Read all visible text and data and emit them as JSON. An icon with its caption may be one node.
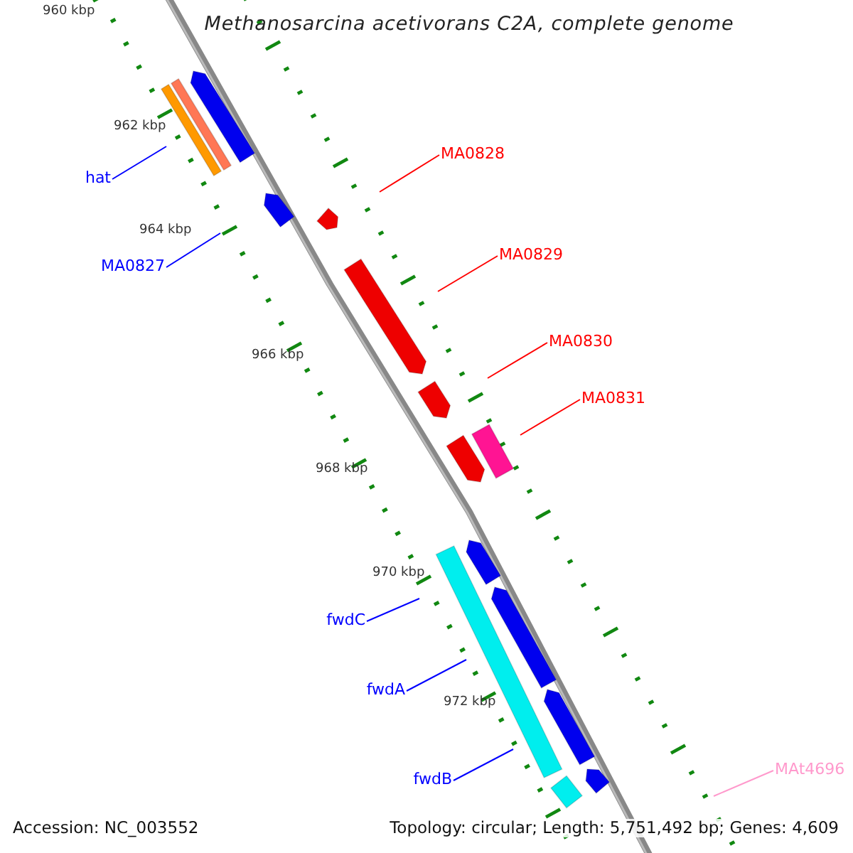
{
  "diagram": {
    "title": "Methanosarcina acetivorans C2A, complete genome",
    "nodes": [
      {
        "text": [
          "MA0828"
        ]
      },
      {
        "text": [
          "hat"
        ]
      },
      {
        "text": [
          "MA0829"
        ]
      },
      {
        "text": [
          "MA0827"
        ]
      },
      {
        "text": [
          "MA0830"
        ]
      },
      {
        "text": [
          "MA0831"
        ]
      },
      {
        "text": [
          "fwdC"
        ]
      },
      {
        "text": [
          "fwdA"
        ]
      },
      {
        "text": [
          "MAt4696"
        ]
      },
      {
        "text": [
          "fwdB"
        ]
      }
    ],
    "edges": [
      {
        "from": 0,
        "to": null,
        "arrow": "none",
        "color": "#ff0000"
      },
      {
        "from": 1,
        "to": null,
        "arrow": "none"
      },
      {
        "from": 2,
        "to": null,
        "arrow": "none",
        "color": "#ff0000"
      },
      {
        "from": 3,
        "to": null,
        "arrow": "none"
      },
      {
        "from": 4,
        "to": null,
        "arrow": "none",
        "color": "#ff0000"
      },
      {
        "from": 5,
        "to": null,
        "arrow": "none",
        "color": "#ff0000"
      },
      {
        "from": 6,
        "to": null,
        "arrow": "none"
      },
      {
        "from": 7,
        "to": null,
        "arrow": "none"
      },
      {
        "from": 8,
        "to": null,
        "arrow": "none",
        "color": "#ff99cc"
      },
      {
        "from": 9,
        "to": null,
        "arrow": "none"
      }
    ],
    "labels": [
      "960 kbp",
      "962 kbp",
      "964 kbp",
      "966 kbp",
      "968 kbp",
      "970 kbp",
      "972 kbp",
      "Accession: NC_003552",
      "Topology: circular; Length: 5,751,492 bp; Genes: 4,609"
    ]
  }
}
